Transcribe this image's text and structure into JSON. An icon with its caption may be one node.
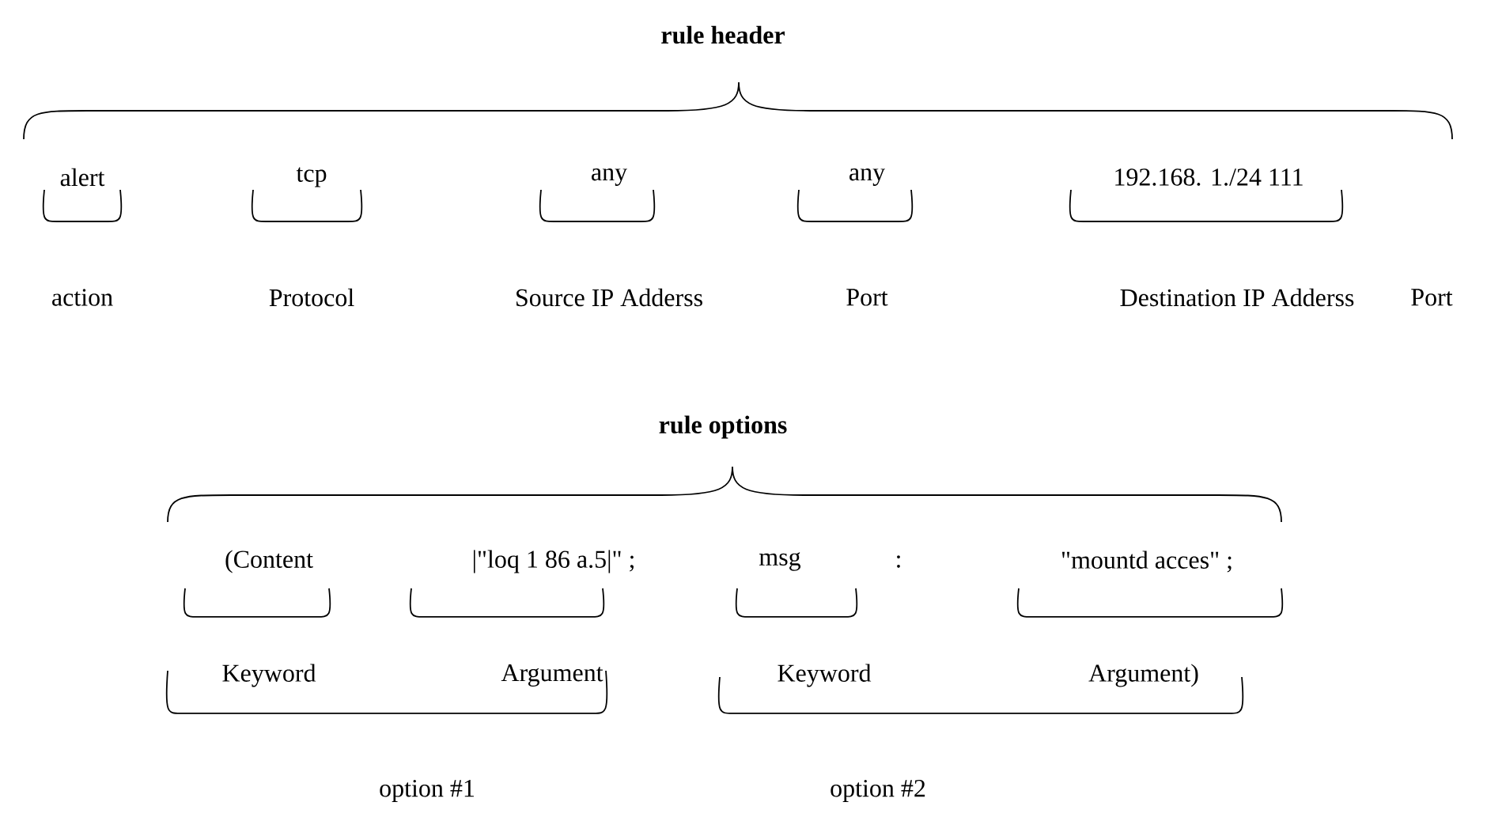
{
  "diagram": {
    "labels": [
      "rule header",
      "alert",
      "tcp",
      "any",
      "any",
      "192.168. 1./24 111",
      "action",
      "Protocol",
      "Source IP Adderss",
      "Port",
      "Destination IP Adderss",
      "Port",
      "rule options",
      "(Content",
      "|\"loq 1 86 a.5|\" ;",
      "msg",
      ":",
      "\"mountd acces\" ;",
      "Keyword",
      "Argument",
      "Keyword",
      "Argument)",
      "option #1",
      "option #2"
    ]
  }
}
